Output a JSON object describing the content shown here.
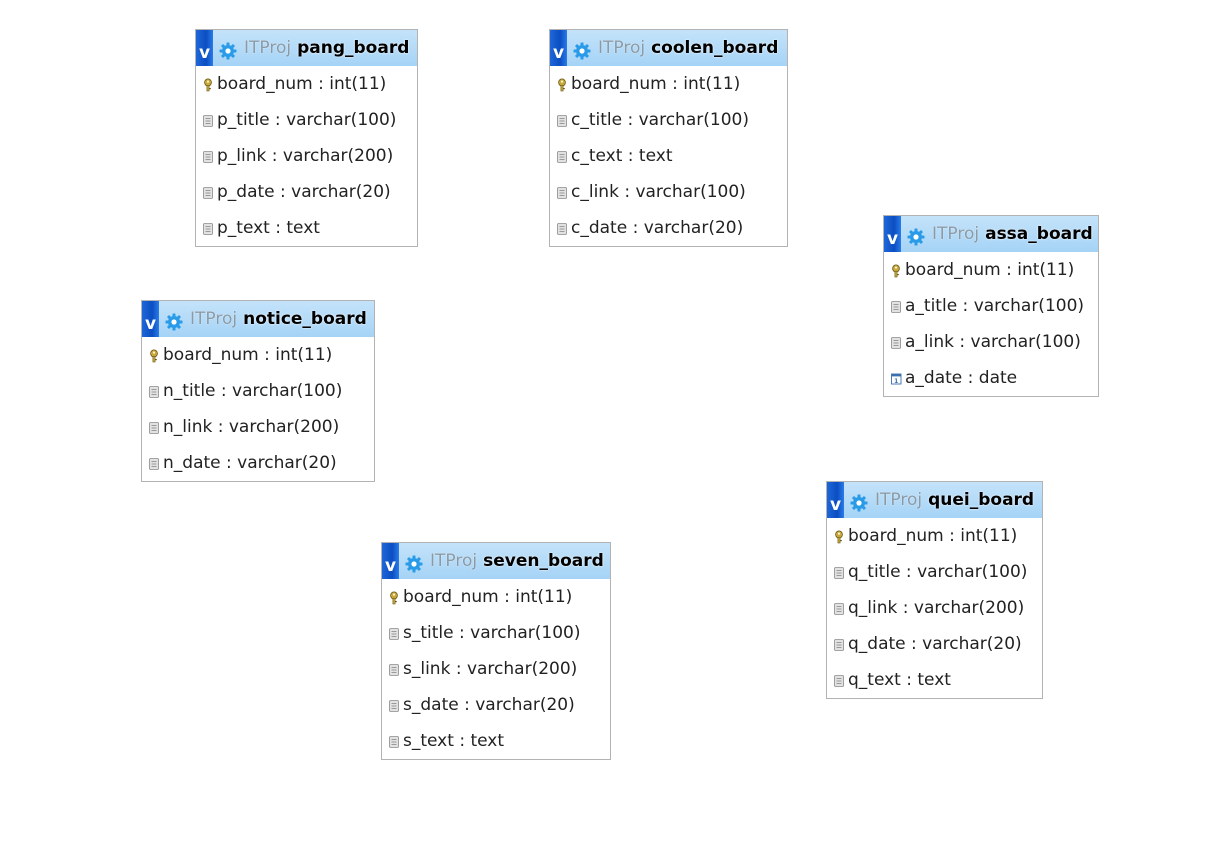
{
  "tables": [
    {
      "id": "pang",
      "db": "ITProj",
      "name": "pang_board",
      "columns": [
        {
          "text": "board_num : int(11)",
          "icon": "primary-key-icon"
        },
        {
          "text": "p_title : varchar(100)",
          "icon": "column-icon"
        },
        {
          "text": "p_link : varchar(200)",
          "icon": "column-icon"
        },
        {
          "text": "p_date : varchar(20)",
          "icon": "column-icon"
        },
        {
          "text": "p_text : text",
          "icon": "column-icon"
        }
      ]
    },
    {
      "id": "coolen",
      "db": "ITProj",
      "name": "coolen_board",
      "columns": [
        {
          "text": "board_num : int(11)",
          "icon": "primary-key-icon"
        },
        {
          "text": "c_title : varchar(100)",
          "icon": "column-icon"
        },
        {
          "text": "c_text : text",
          "icon": "column-icon"
        },
        {
          "text": "c_link : varchar(100)",
          "icon": "column-icon"
        },
        {
          "text": "c_date : varchar(20)",
          "icon": "column-icon"
        }
      ]
    },
    {
      "id": "assa",
      "db": "ITProj",
      "name": "assa_board",
      "columns": [
        {
          "text": "board_num : int(11)",
          "icon": "primary-key-icon"
        },
        {
          "text": "a_title : varchar(100)",
          "icon": "column-icon"
        },
        {
          "text": "a_link : varchar(100)",
          "icon": "column-icon"
        },
        {
          "text": "a_date : date",
          "icon": "date-column-icon"
        }
      ]
    },
    {
      "id": "notice",
      "db": "ITProj",
      "name": "notice_board",
      "columns": [
        {
          "text": "board_num : int(11)",
          "icon": "primary-key-icon"
        },
        {
          "text": "n_title : varchar(100)",
          "icon": "column-icon"
        },
        {
          "text": "n_link : varchar(200)",
          "icon": "column-icon"
        },
        {
          "text": "n_date : varchar(20)",
          "icon": "column-icon"
        }
      ]
    },
    {
      "id": "quei",
      "db": "ITProj",
      "name": "quei_board",
      "columns": [
        {
          "text": "board_num : int(11)",
          "icon": "primary-key-icon"
        },
        {
          "text": "q_title : varchar(100)",
          "icon": "column-icon"
        },
        {
          "text": "q_link : varchar(200)",
          "icon": "column-icon"
        },
        {
          "text": "q_date : varchar(20)",
          "icon": "column-icon"
        },
        {
          "text": "q_text : text",
          "icon": "column-icon"
        }
      ]
    },
    {
      "id": "seven",
      "db": "ITProj",
      "name": "seven_board",
      "columns": [
        {
          "text": "board_num : int(11)",
          "icon": "primary-key-icon"
        },
        {
          "text": "s_title : varchar(100)",
          "icon": "column-icon"
        },
        {
          "text": "s_link : varchar(200)",
          "icon": "column-icon"
        },
        {
          "text": "s_date : varchar(20)",
          "icon": "column-icon"
        },
        {
          "text": "s_text : text",
          "icon": "column-icon"
        }
      ]
    }
  ],
  "colors": {
    "header_gradient_top": "#c4e3fa",
    "header_gradient_bottom": "#a5d3f6",
    "toggle_blue": "#0b4ec3",
    "gear_blue": "#2a9be8",
    "border": "#b3b3b3",
    "db_name": "#8a9aa6"
  },
  "header_toggle_label": "v"
}
